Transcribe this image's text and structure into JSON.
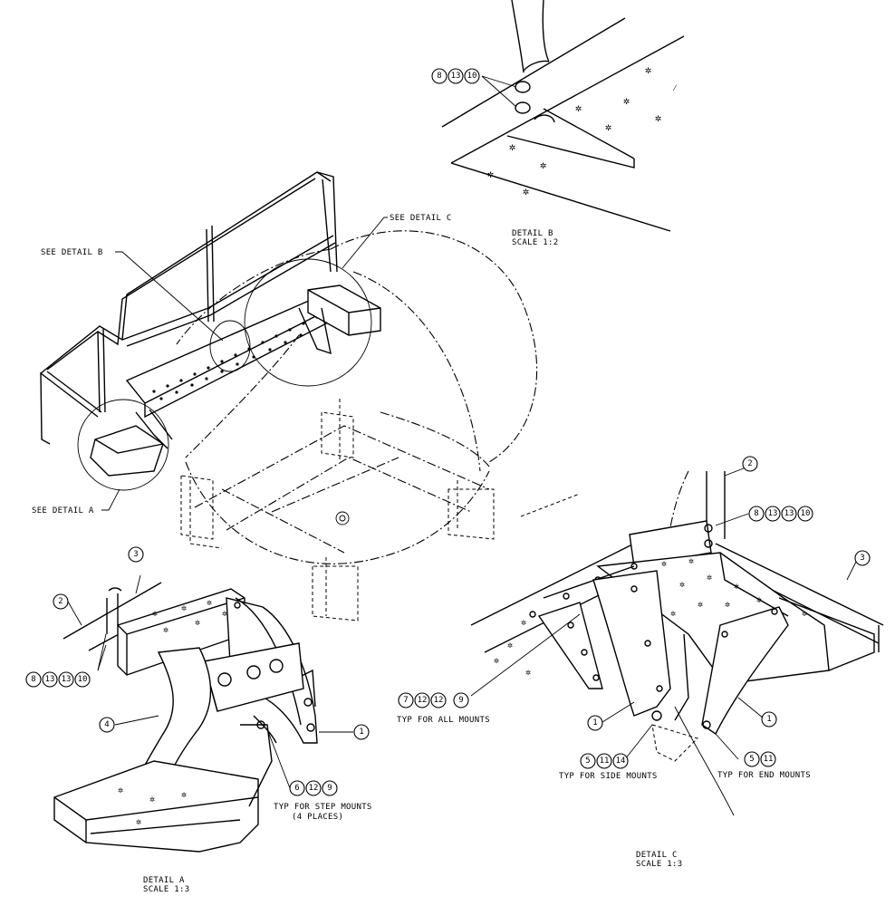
{
  "callouts": {
    "see_detail_a": "SEE DETAIL  A",
    "see_detail_b": "SEE DETAIL  B",
    "see_detail_c": "SEE DETAIL  C"
  },
  "detail_a": {
    "title": "DETAIL  A",
    "scale": "SCALE  1:3",
    "note_step": "TYP FOR STEP MOUNTS",
    "note_step_qty": "(4 PLACES)",
    "bubbles_hw": [
      "8",
      "13",
      "13",
      "10"
    ],
    "bubbles_step": [
      "6",
      "12",
      "9"
    ],
    "bubble_2": "2",
    "bubble_3": "3",
    "bubble_4": "4",
    "bubble_1": "1"
  },
  "detail_b": {
    "title": "DETAIL  B",
    "scale": "SCALE  1:2",
    "bubbles_hw": [
      "8",
      "13",
      "10"
    ]
  },
  "detail_c": {
    "title": "DETAIL  C",
    "scale": "SCALE  1:3",
    "bubbles_top": [
      "8",
      "13",
      "13",
      "10"
    ],
    "bubbles_all": [
      "7",
      "12",
      "12",
      "9"
    ],
    "note_all": "TYP FOR ALL MOUNTS",
    "bubbles_side": [
      "5",
      "11",
      "14"
    ],
    "note_side": "TYP FOR SIDE MOUNTS",
    "bubbles_end": [
      "5",
      "11"
    ],
    "note_end": "TYP FOR END MOUNTS",
    "bubble_2": "2",
    "bubble_3": "3",
    "bubble_1_left": "1",
    "bubble_1_right": "1"
  }
}
